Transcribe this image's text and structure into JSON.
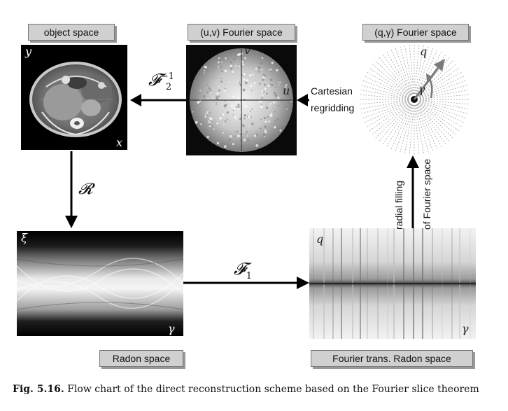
{
  "labels": {
    "object_space": "object space",
    "uv_fourier_space": "(u,v) Fourier space",
    "qgamma_fourier_space": "(q,γ) Fourier space",
    "radon_space": "Radon space",
    "fourier_trans_radon_space": "Fourier trans. Radon space"
  },
  "operators": {
    "inverse_ft": "𝓕",
    "inverse_ft_sup": "−1",
    "inverse_ft_sub": "2",
    "radon": "𝓡",
    "ft1": "𝓕",
    "ft1_sub": "1"
  },
  "side_text": {
    "cartesian": "Cartesian",
    "regridding": "regridding",
    "radial_filling": "radial filling",
    "of_fourier_space": "of Fourier space"
  },
  "axes": {
    "object_y": "y",
    "object_x": "x",
    "uv_v": "v",
    "uv_u": "u",
    "polar_q": "q",
    "polar_gamma": "γ",
    "radon_xi": "ξ",
    "radon_gamma": "γ",
    "ftr_q": "q",
    "ftr_gamma": "γ"
  },
  "caption": {
    "prefix": "Fig. 5.16.",
    "text": "Flow chart of the direct reconstruction scheme based on the Fourier slice theorem"
  }
}
